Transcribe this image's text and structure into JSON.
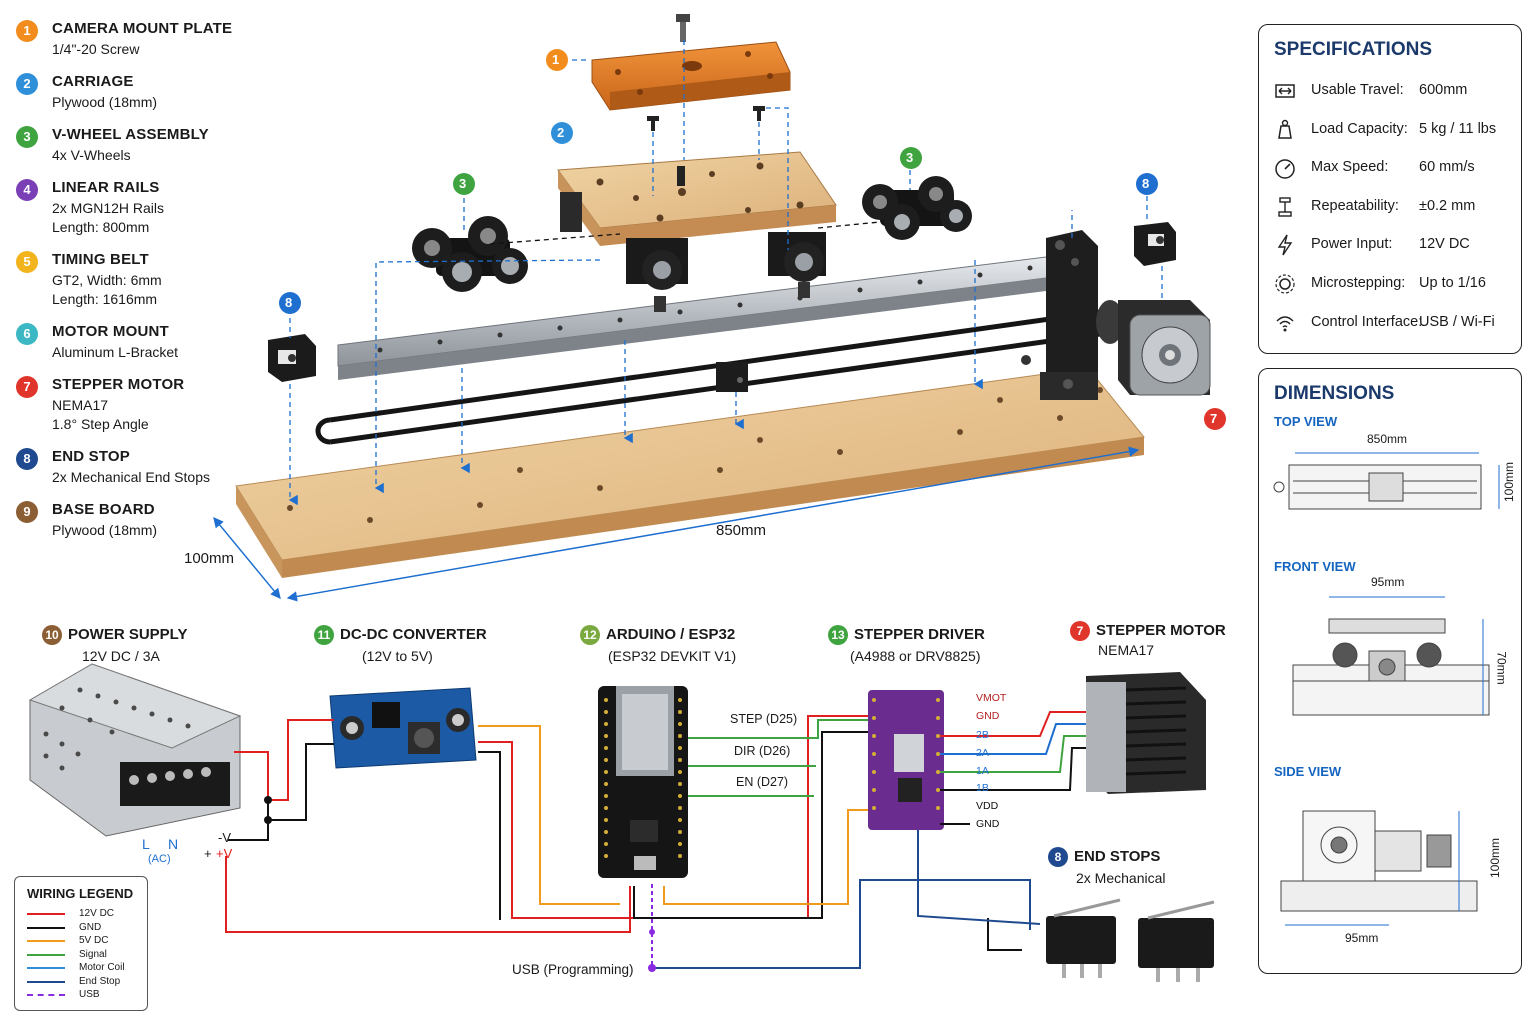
{
  "legend": [
    {
      "num": "1",
      "title": "CAMERA MOUNT PLATE",
      "lines": [
        "1/4\"-20 Screw"
      ],
      "color": "#f28c1c"
    },
    {
      "num": "2",
      "title": "CARRIAGE",
      "lines": [
        "Plywood (18mm)"
      ],
      "color": "#2f8fd8"
    },
    {
      "num": "3",
      "title": "V-WHEEL ASSEMBLY",
      "lines": [
        "4x V-Wheels"
      ],
      "color": "#3fa33f"
    },
    {
      "num": "4",
      "title": "LINEAR RAILS",
      "lines": [
        "2x MGN12H Rails",
        "Length: 800mm"
      ],
      "color": "#7b3fb5"
    },
    {
      "num": "5",
      "title": "TIMING BELT",
      "lines": [
        "GT2, Width: 6mm",
        "Length: 1616mm"
      ],
      "color": "#f2b31c"
    },
    {
      "num": "6",
      "title": "MOTOR MOUNT",
      "lines": [
        "Aluminum L-Bracket"
      ],
      "color": "#3bb8c4"
    },
    {
      "num": "7",
      "title": "STEPPER MOTOR",
      "lines": [
        "NEMA17",
        "1.8° Step Angle"
      ],
      "color": "#e0352b"
    },
    {
      "num": "8",
      "title": "END STOP",
      "lines": [
        "2x Mechanical End Stops"
      ],
      "color": "#1f4a8f"
    },
    {
      "num": "9",
      "title": "BASE BOARD",
      "lines": [
        "Plywood (18mm)"
      ],
      "color": "#8b5e34"
    }
  ],
  "callouts": {
    "c1": "1",
    "c2": "2",
    "c3a": "3",
    "c3b": "3",
    "c8a": "8",
    "c8b": "8",
    "c7": "7"
  },
  "assembly": {
    "length": "850mm",
    "width": "100mm"
  },
  "specs": {
    "title": "SPECIFICATIONS",
    "rows": [
      {
        "icon": "travel-icon",
        "label": "Usable Travel:",
        "value": "600mm"
      },
      {
        "icon": "weight-icon",
        "label": "Load Capacity:",
        "value": "5 kg / 11 lbs"
      },
      {
        "icon": "speedometer-icon",
        "label": "Max Speed:",
        "value": "60 mm/s"
      },
      {
        "icon": "repeatability-icon",
        "label": "Repeatability:",
        "value": "±0.2 mm"
      },
      {
        "icon": "lightning-icon",
        "label": "Power Input:",
        "value": "12V DC"
      },
      {
        "icon": "gear-icon",
        "label": "Microstepping:",
        "value": "Up to 1/16"
      },
      {
        "icon": "wifi-icon",
        "label": "Control Interface:",
        "value": "USB / Wi-Fi"
      }
    ]
  },
  "dimensions": {
    "title": "DIMENSIONS",
    "top": {
      "title": "TOP VIEW",
      "width": "850mm",
      "height": "100mm"
    },
    "front": {
      "title": "FRONT VIEW",
      "width": "95mm",
      "height": "70mm"
    },
    "side": {
      "title": "SIDE VIEW",
      "width": "95mm",
      "height": "100mm"
    }
  },
  "wiring": {
    "psu": {
      "num": "10",
      "title": "POWER SUPPLY",
      "sub": "12V DC / 3A",
      "color": "#8b5e34",
      "L": "L",
      "N": "N",
      "ac": "(AC)",
      "neg": "-V",
      "pos_sign": "+",
      "pos": "+V"
    },
    "dcdc": {
      "num": "11",
      "title": "DC-DC CONVERTER",
      "sub": "(12V to 5V)",
      "color": "#3fa33f"
    },
    "mcu": {
      "num": "12",
      "title": "ARDUINO / ESP32",
      "sub": "(ESP32 DEVKIT V1)",
      "color": "#7aa93f"
    },
    "driver": {
      "num": "13",
      "title": "STEPPER DRIVER",
      "sub": "(A4988 or DRV8825)",
      "color": "#3fa33f",
      "pins": [
        "VMOT",
        "GND",
        "2B",
        "2A",
        "1A",
        "1B",
        "VDD",
        "GND"
      ]
    },
    "motor": {
      "num": "7",
      "title": "STEPPER MOTOR",
      "sub": "NEMA17",
      "color": "#e0352b"
    },
    "endstops": {
      "num": "8",
      "title": "END STOPS",
      "sub": "2x Mechanical",
      "color": "#1f4a8f"
    },
    "signals": {
      "step": "STEP (D25)",
      "dir": "DIR (D26)",
      "en": "EN (D27)"
    },
    "usb": "USB (Programming)"
  },
  "wiring_legend": {
    "title": "WIRING LEGEND",
    "items": [
      {
        "label": "12V DC",
        "color": "#e02020",
        "style": "solid"
      },
      {
        "label": "GND",
        "color": "#111111",
        "style": "solid"
      },
      {
        "label": "5V DC",
        "color": "#f29a1c",
        "style": "solid"
      },
      {
        "label": "Signal",
        "color": "#3fa33f",
        "style": "solid"
      },
      {
        "label": "Motor Coil",
        "color": "#2f8fd8",
        "style": "solid"
      },
      {
        "label": "End Stop",
        "color": "#1f4a8f",
        "style": "solid"
      },
      {
        "label": "USB",
        "color": "#8a2be2",
        "style": "dashed"
      }
    ]
  }
}
